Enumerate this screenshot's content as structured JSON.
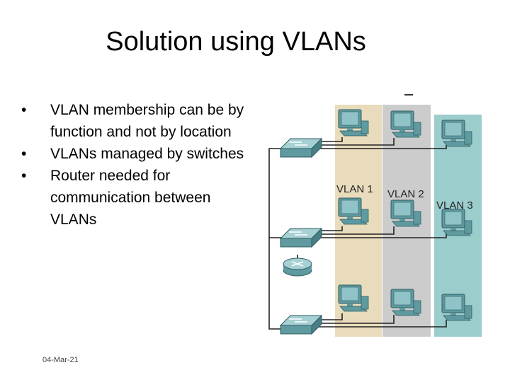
{
  "slide": {
    "title": "Solution using VLANs",
    "bullets": [
      "VLAN membership can be by function and not by location",
      "VLANs managed by switches",
      "Router needed for communication between VLANs"
    ],
    "bullet_glyph": "•",
    "footer_date": "04-Mar-21"
  },
  "diagram": {
    "vlans": [
      {
        "label": "VLAN 1",
        "color": "#e8dcbc"
      },
      {
        "label": "VLAN 2",
        "color": "#cccccc"
      },
      {
        "label": "VLAN 3",
        "color": "#9ccdcd"
      }
    ],
    "device_icons": [
      "switch-icon",
      "router-icon",
      "computer-icon"
    ],
    "device_color": "#5f9aa0"
  }
}
